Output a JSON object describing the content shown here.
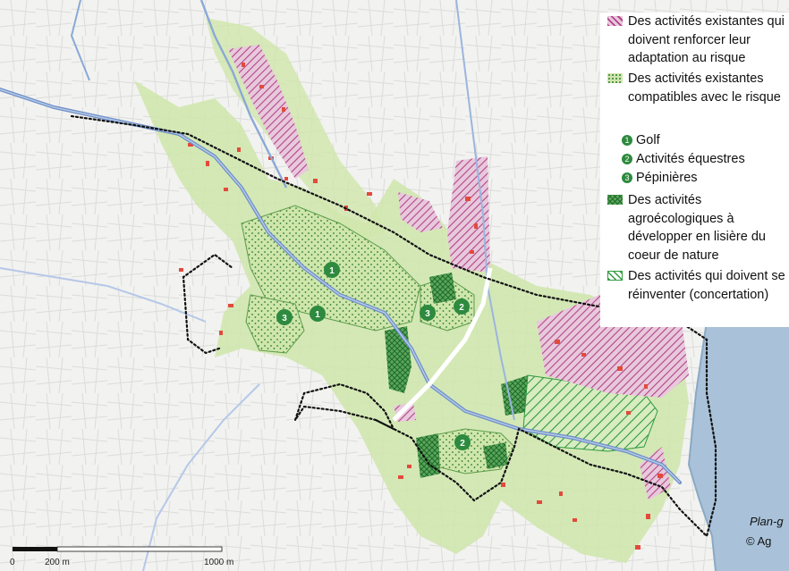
{
  "legend": {
    "items": [
      {
        "label": "Des activités existantes qui doivent renforcer leur adaptation au risque",
        "pattern": "pink-hatch"
      },
      {
        "label": "Des activités existantes compatibles avec le risque",
        "pattern": "green-dots"
      },
      {
        "label": "Des activités agroécologiques à développer en lisière du coeur de nature",
        "pattern": "green-cross"
      },
      {
        "label": "Des activités qui doivent se réinventer (concertation)",
        "pattern": "green-hatch"
      }
    ],
    "subitems": [
      {
        "num": "1",
        "label": "Golf"
      },
      {
        "num": "2",
        "label": "Activités équestres"
      },
      {
        "num": "3",
        "label": "Pépinières"
      }
    ]
  },
  "map_markers": [
    {
      "num": "1"
    },
    {
      "num": "1"
    },
    {
      "num": "3"
    },
    {
      "num": "3"
    },
    {
      "num": "2"
    },
    {
      "num": "2"
    }
  ],
  "scale": {
    "labels": [
      "0",
      "200 m",
      "1000 m"
    ]
  },
  "caption": {
    "line1": "Plan-g",
    "line2": "© Ag"
  },
  "colors": {
    "pink": "#b2458a",
    "green_zone": "#cfe6ab",
    "dark_green": "#2d8a3e",
    "river": "#6f8fc8",
    "sea": "#a9c2d9",
    "red_buildings": "#e24a3b"
  }
}
